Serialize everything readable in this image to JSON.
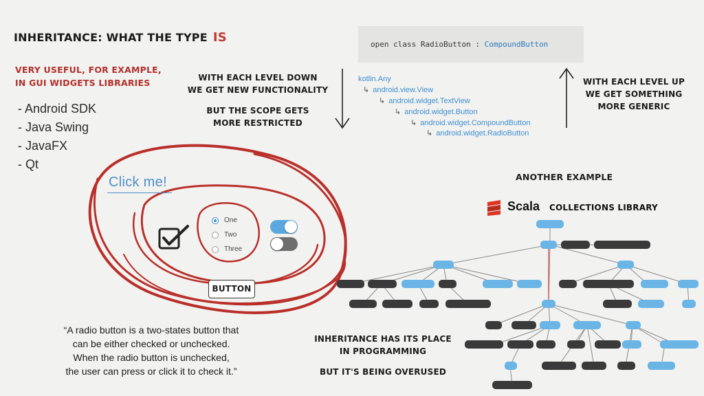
{
  "title": {
    "prefix": "INHERITANCE: WHAT THE TYPE",
    "emphasis": "IS"
  },
  "useful_note": {
    "line1": "VERY USEFUL, FOR EXAMPLE,",
    "line2": "IN GUI WIDGETS LIBRARIES"
  },
  "libraries": [
    "- Android SDK",
    "- Java Swing",
    "- JavaFX",
    "- Qt"
  ],
  "code": {
    "prefix": "open class RadioButton : ",
    "parent": "CompoundButton"
  },
  "hierarchy": [
    "kotlin.Any",
    "android.view.View",
    "android.widget.TextView",
    "android.widget.Button",
    "android.widget.CompoundButton",
    "android.widget.RadioButton"
  ],
  "level_down": {
    "line1": "WITH EACH LEVEL DOWN",
    "line2": "WE GET NEW FUNCTIONALITY",
    "line3": "BUT THE SCOPE GETS",
    "line4": "MORE RESTRICTED"
  },
  "level_up": {
    "line1": "WITH EACH LEVEL UP",
    "line2": "WE GET SOMETHING",
    "line3": "MORE GENERIC"
  },
  "widgets": {
    "click_me": "Click me!",
    "radios": [
      {
        "label": "One",
        "selected": true
      },
      {
        "label": "Two",
        "selected": false
      },
      {
        "label": "Three",
        "selected": false
      }
    ],
    "toggles": [
      {
        "on": true,
        "color": "#5aa8de"
      },
      {
        "on": false,
        "color": "#6e6e6e"
      }
    ],
    "button_label": "BUTTON"
  },
  "quote": {
    "line1": "“A radio button is a two-states button that",
    "line2": "can be either checked or unchecked.",
    "line3": "When the radio button is unchecked,",
    "line4": "the user can press or click it to check it.”"
  },
  "another_example": "ANOTHER EXAMPLE",
  "scala": {
    "brand": "Scala",
    "label": "COLLECTIONS LIBRARY"
  },
  "conclusion": {
    "line1": "INHERITANCE HAS ITS PLACE",
    "line2": "IN PROGRAMMING",
    "line3": "BUT IT'S BEING OVERUSED"
  },
  "colors": {
    "accent_red": "#c23a35",
    "link_blue": "#3f8fd2",
    "node_blue": "#6ab5e6",
    "node_dark": "#3a3a3a"
  }
}
